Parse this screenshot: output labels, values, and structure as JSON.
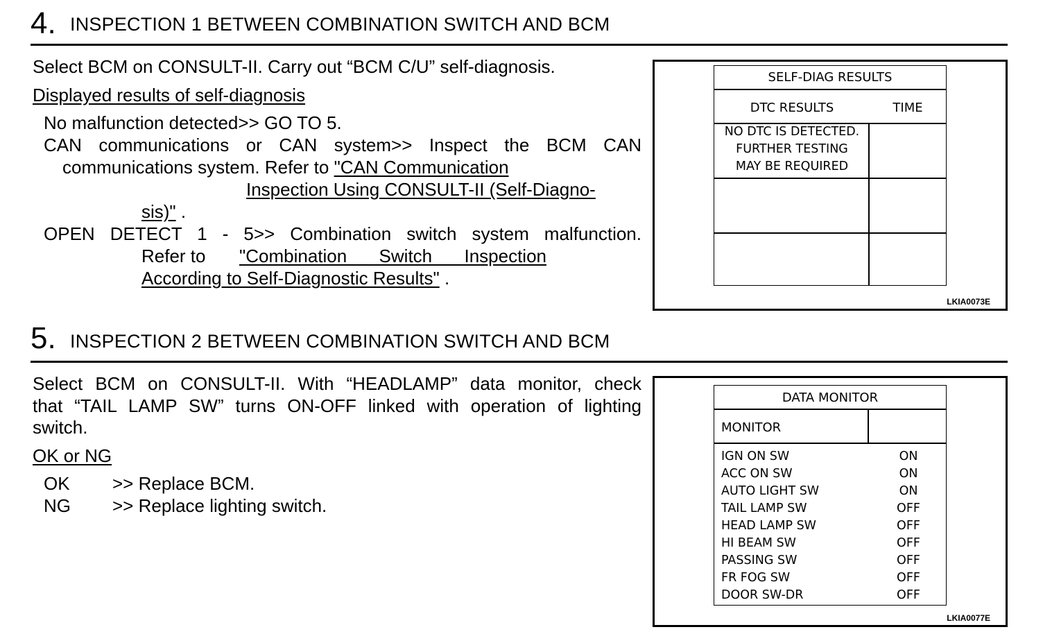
{
  "step4": {
    "number": "4.",
    "title": "INSPECTION 1 BETWEEN COMBINATION SWITCH AND BCM",
    "intro": "Select BCM on CONSULT-II. Carry out “BCM C/U” self-diagnosis.",
    "results_heading": "Displayed results of self-diagnosis",
    "result1": "No malfunction detected>> GO TO 5.",
    "result2_line1": "CAN communications or CAN system>>  Inspect the BCM CAN",
    "result2_line2": "communications system. Refer to ",
    "result2_link_part1": "\"CAN Communication ",
    "result2_link_part2": "Inspection Using CONSULT-II (Self-Diagno-",
    "result2_link_part3": "sis)\"",
    "result2_end": " .",
    "result3_line1": "OPEN DETECT 1 - 5>>  Combination switch system malfunction.",
    "result3_refer": "Refer to ",
    "result3_link_part1": "\"Combination Switch Inspection",
    "result3_link_part2": "According to Self-Diagnostic Results\"",
    "result3_end": " .",
    "figure": {
      "id": "LKIA0073E",
      "header": "SELF-DIAG RESULTS",
      "col1": "DTC RESULTS",
      "col2": "TIME",
      "msg1": "NO DTC IS DETECTED.",
      "msg2": "FURTHER TESTING",
      "msg3": "MAY BE REQUIRED"
    }
  },
  "step5": {
    "number": "5.",
    "title": "INSPECTION 2 BETWEEN COMBINATION SWITCH AND BCM",
    "intro_line1": "Select BCM on CONSULT-II. With “HEADLAMP” data monitor, check",
    "intro_line2": "that “TAIL LAMP SW” turns ON-OFF linked with operation of lighting",
    "intro_line3": "switch.",
    "results_heading": "OK or NG",
    "ok_label": "OK",
    "ok_action": ">> Replace BCM.",
    "ng_label": "NG",
    "ng_action": ">> Replace lighting switch.",
    "figure": {
      "id": "LKIA0077E",
      "header": "DATA MONITOR",
      "col1": "MONITOR",
      "rows": [
        {
          "name": "IGN ON SW",
          "value": "ON"
        },
        {
          "name": "ACC ON SW",
          "value": "ON"
        },
        {
          "name": "AUTO LIGHT SW",
          "value": "ON"
        },
        {
          "name": "TAIL LAMP SW",
          "value": "OFF"
        },
        {
          "name": "HEAD LAMP SW",
          "value": "OFF"
        },
        {
          "name": "HI BEAM SW",
          "value": "OFF"
        },
        {
          "name": "PASSING SW",
          "value": "OFF"
        },
        {
          "name": "FR FOG SW",
          "value": "OFF"
        },
        {
          "name": "DOOR SW-DR",
          "value": "OFF"
        }
      ]
    }
  }
}
